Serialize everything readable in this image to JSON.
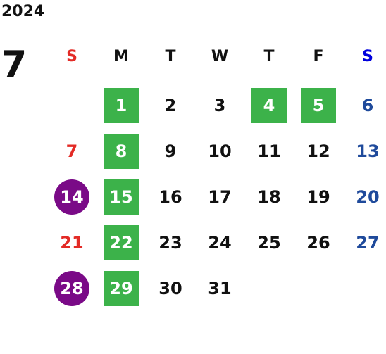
{
  "calendar": {
    "year": "2024",
    "month": "7",
    "weekdays": [
      {
        "label": "S",
        "color": "#e32b26"
      },
      {
        "label": "M",
        "color": "#111111"
      },
      {
        "label": "T",
        "color": "#111111"
      },
      {
        "label": "W",
        "color": "#111111"
      },
      {
        "label": "T",
        "color": "#111111"
      },
      {
        "label": "F",
        "color": "#111111"
      },
      {
        "label": "S",
        "color": "#0000dd"
      }
    ],
    "start_weekday": 1,
    "days_in_month": 31,
    "highlight_green": [
      1,
      4,
      5,
      8,
      15,
      22,
      29
    ],
    "highlight_purple": [
      14,
      28
    ],
    "colors": {
      "sunday": "#e32b26",
      "saturday": "#1f4a9b",
      "green": "#3cb24a",
      "purple": "#7a0a87"
    }
  }
}
